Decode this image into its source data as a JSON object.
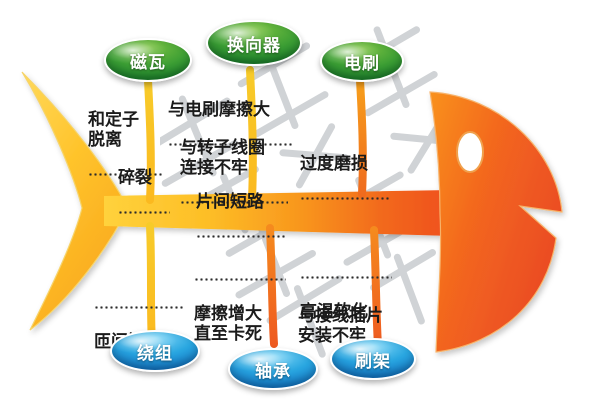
{
  "diagram": {
    "type": "fishbone-ishikawa",
    "title": "",
    "orientation": "head-right",
    "background_color": "#ffffff",
    "colors": {
      "spine_start": "#ffc battle",
      "spine_gradient_from": "#ffcf3d",
      "spine_gradient_to": "#f04e23",
      "tail": "#fdc52a",
      "head": "#f05a22",
      "category_top": "#2e9b34",
      "category_bottom": "#1a86d0",
      "bone_top": "#f5c518",
      "bone_bottom": "#ef7a1a",
      "text": "#1b1b1b",
      "watermark": "#9aa0a6"
    }
  },
  "categories": {
    "top": [
      {
        "id": "cigua",
        "label": "磁瓦",
        "color": "#2e9b34"
      },
      {
        "id": "huanxiangqi",
        "label": "换向器",
        "color": "#2e9b34"
      },
      {
        "id": "dianshua",
        "label": "电刷",
        "color": "#2e9b34"
      }
    ],
    "bottom": [
      {
        "id": "raozu",
        "label": "绕组",
        "color": "#1a86d0"
      },
      {
        "id": "zhoucheng",
        "label": "轴承",
        "color": "#1a86d0"
      },
      {
        "id": "shuajia",
        "label": "刷架",
        "color": "#1a86d0"
      }
    ]
  },
  "causes": {
    "cigua": [
      {
        "lines": "和定子\n脱离"
      },
      {
        "lines": "碎裂"
      }
    ],
    "huanxiangqi": [
      {
        "lines": "与电刷摩擦大"
      },
      {
        "lines": "与转子线圈\n连接不牢"
      },
      {
        "lines": "片间短路"
      }
    ],
    "dianshua": [
      {
        "lines": "过度磨损"
      }
    ],
    "raozu": [
      {
        "lines": "匝间短路"
      }
    ],
    "zhoucheng": [
      {
        "lines": "摩擦增大\n直至卡死"
      }
    ],
    "shuajia": [
      {
        "lines": "高温软化"
      },
      {
        "lines": "与接线插片\n安装不牢"
      }
    ]
  },
  "watermark": {
    "text": "影响销售"
  }
}
